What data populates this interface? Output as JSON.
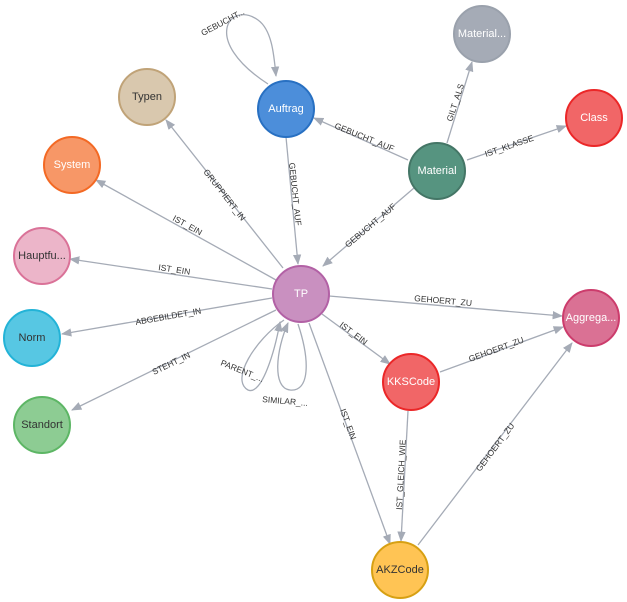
{
  "graph": {
    "nodes": {
      "tp": {
        "label": "TP",
        "fill": "#c990c0",
        "stroke": "#b261a5"
      },
      "auftrag": {
        "label": "Auftrag",
        "fill": "#4c8eda",
        "stroke": "#2870c2"
      },
      "typen": {
        "label": "Typen",
        "fill": "#d9c8ae",
        "stroke": "#c0a378"
      },
      "system": {
        "label": "System",
        "fill": "#f79767",
        "stroke": "#f36924"
      },
      "hauptfu": {
        "label": "Hauptfu...",
        "fill": "#ecb5c9",
        "stroke": "#da7298"
      },
      "norm": {
        "label": "Norm",
        "fill": "#57c7e3",
        "stroke": "#23b3d7"
      },
      "standort": {
        "label": "Standort",
        "fill": "#8dcc93",
        "stroke": "#5db665"
      },
      "material": {
        "label": "Material",
        "fill": "#569480",
        "stroke": "#447666"
      },
      "material_dots": {
        "label": "Material...",
        "fill": "#a5abb6",
        "stroke": "#9aa1ac"
      },
      "class": {
        "label": "Class",
        "fill": "#f16667",
        "stroke": "#eb2728"
      },
      "aggrega": {
        "label": "Aggrega...",
        "fill": "#da7194",
        "stroke": "#cc3c6c"
      },
      "kkscode": {
        "label": "KKSCode",
        "fill": "#f16667",
        "stroke": "#eb2728"
      },
      "akzcode": {
        "label": "AKZCode",
        "fill": "#ffc454",
        "stroke": "#d7a013"
      }
    },
    "edges": {
      "auftrag_self": "GEBUCHT...",
      "auftrag_tp": "GEBUCHT_AUF",
      "material_auftrag": "GEBUCHT_AUF",
      "material_tp": "GEBUCHT_AUF",
      "material_materialdots": "GILT_ALS",
      "material_class": "IST_KLASSE",
      "tp_typen": "GRUPPIERT_IN",
      "tp_system": "IST_EIN",
      "tp_hauptfu": "IST_EIN",
      "tp_norm": "ABGEBILDET_IN",
      "tp_standort": "STEHT_IN",
      "tp_aggrega": "GEHOERT_ZU",
      "tp_kkscode": "IST_EIN",
      "tp_akzcode": "IST_EIN",
      "tp_self_parent": "PARENT_...",
      "tp_self_similar": "SIMILAR_...",
      "kkscode_aggrega": "GEHOERT_ZU",
      "kkscode_akzcode": "IST_GLEICH_WIE",
      "akzcode_aggrega": "GEHOERT_ZU"
    }
  }
}
